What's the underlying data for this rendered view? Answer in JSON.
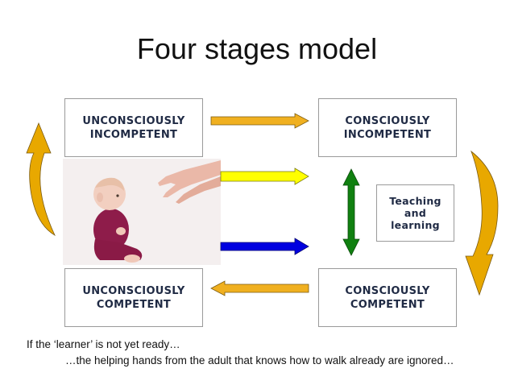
{
  "title": "Four stages model",
  "boxes": {
    "unconsciously_incompetent": "UNCONSCIOUSLY\nINCOMPETENT",
    "consciously_incompetent": "CONSCIOUSLY\nINCOMPETENT",
    "unconsciously_competent": "UNCONSCIOUSLY\nCOMPETENT",
    "consciously_competent": "CONSCIOUSLY\nCOMPETENT",
    "teaching": "Teaching\nand\nlearning"
  },
  "captions": {
    "line1": "If the ‘learner’ is not yet ready…",
    "line2": "…the helping hands from the adult that knows how to walk already are ignored…"
  },
  "colors": {
    "orange_arrow": "#f0b020",
    "yellow_arrow": "#ffff00",
    "blue_arrow": "#0000e0",
    "green_arrow": "#108010",
    "curved_arrow": "#e8a800"
  },
  "icons": {
    "photo": "baby-and-adult-hands-photo"
  }
}
